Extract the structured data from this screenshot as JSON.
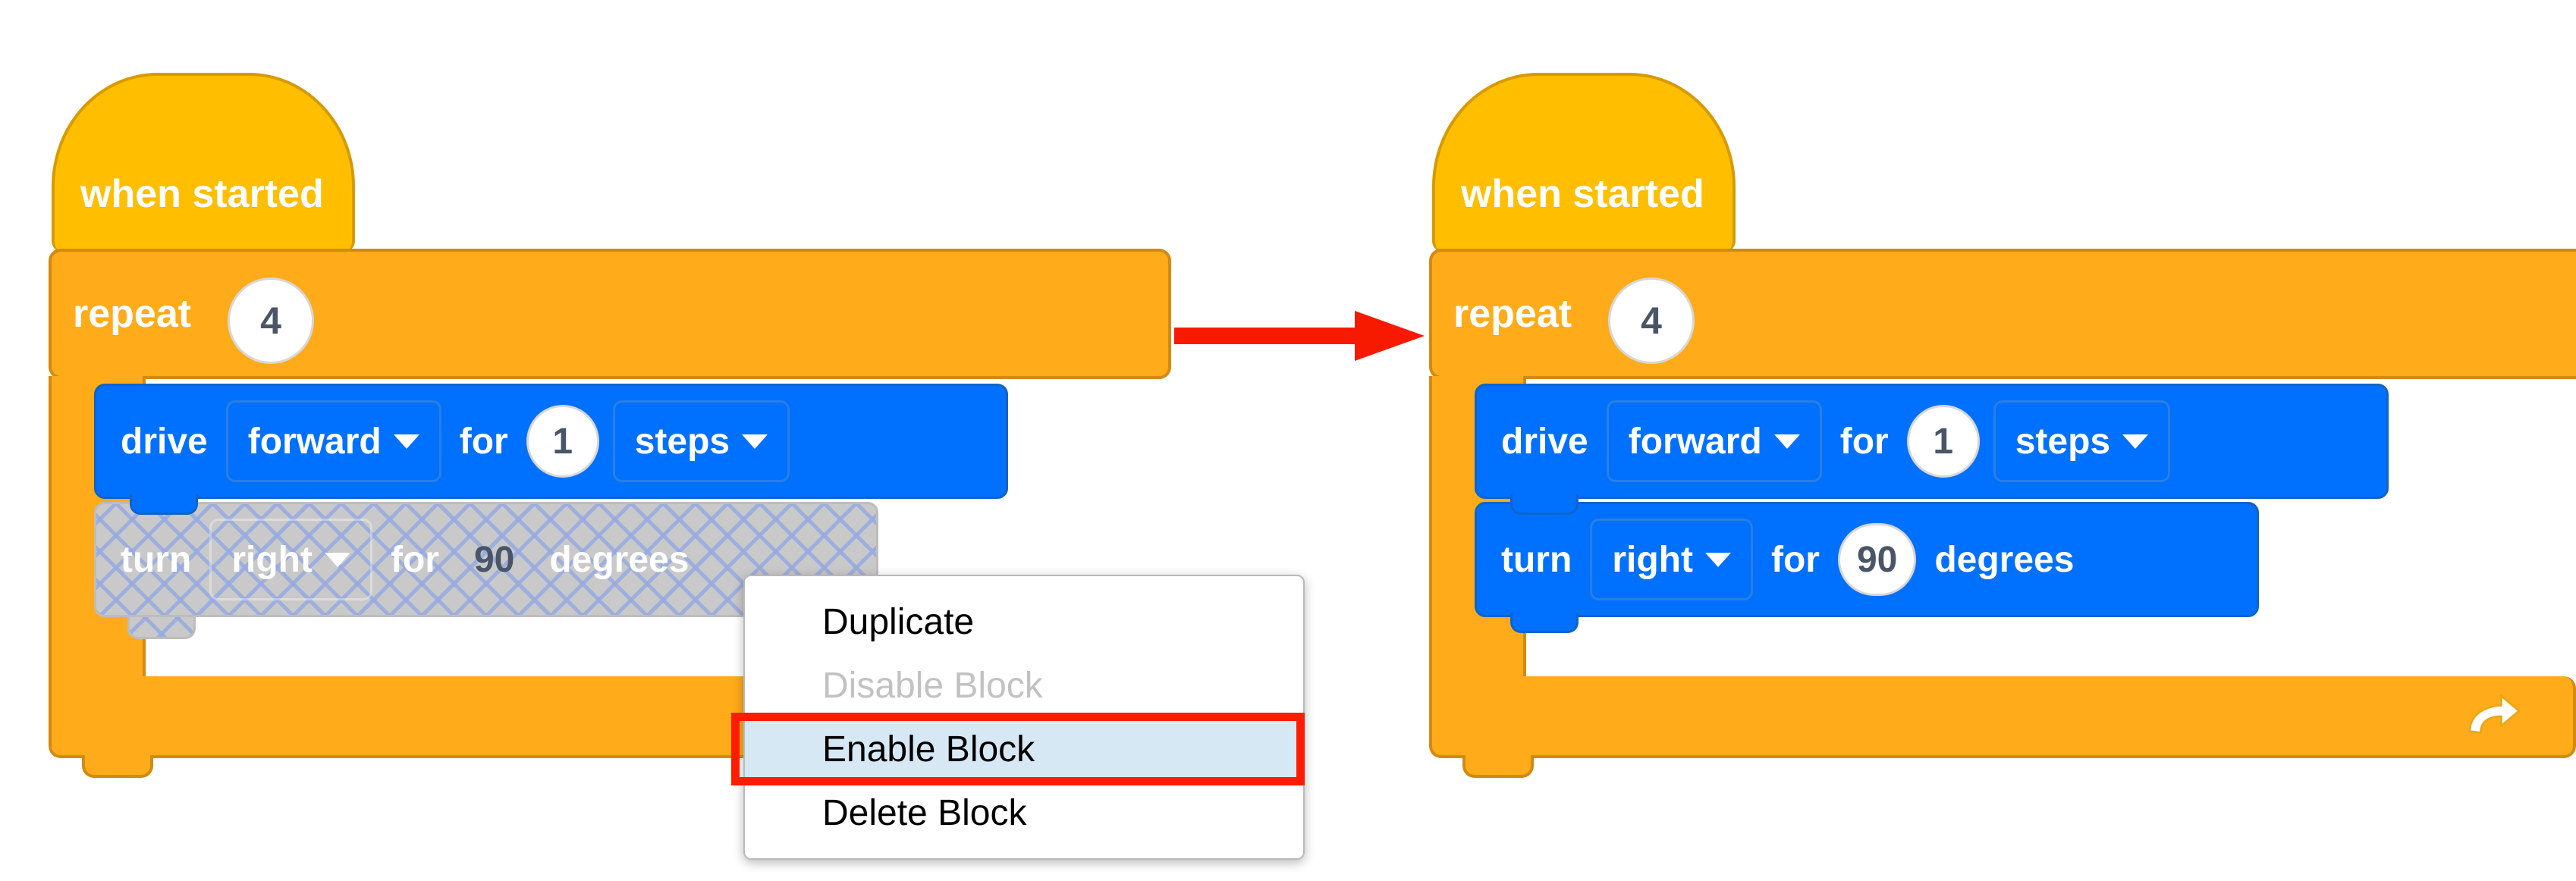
{
  "figure": {
    "type": "block-programming-diagram",
    "description": "Right-click context menu Enable Block re-enables a disabled turn block",
    "colors": {
      "hat_yellow": "#FFBF00",
      "control_orange": "#FFAB1A",
      "motion_blue": "#0070FF",
      "disabled_gray": "#C9C9C9",
      "hatch_blue": "#96AAE1",
      "highlight_red": "#FF1C00",
      "menu_highlight_blue": "#D7E8F5",
      "number_text": "#4A5568"
    }
  },
  "before": {
    "hat_block": {
      "label": "when started"
    },
    "repeat_block": {
      "label": "repeat",
      "count": "4"
    },
    "drive_block": {
      "verb": "drive",
      "direction": "forward",
      "for_label": "for",
      "amount": "1",
      "unit": "steps"
    },
    "turn_block": {
      "verb": "turn",
      "direction": "right",
      "for_label": "for",
      "amount": "90",
      "unit": "degrees",
      "state": "disabled"
    }
  },
  "context_menu": {
    "items": [
      {
        "label": "Duplicate",
        "state": "enabled"
      },
      {
        "label": "Disable Block",
        "state": "greyed"
      },
      {
        "label": "Enable Block",
        "state": "highlighted"
      },
      {
        "label": "Delete Block",
        "state": "enabled"
      }
    ]
  },
  "transition": {
    "icon": "right-arrow-icon"
  },
  "after": {
    "hat_block": {
      "label": "when started"
    },
    "repeat_block": {
      "label": "repeat",
      "count": "4",
      "loop_icon": "loop-arrow-icon"
    },
    "drive_block": {
      "verb": "drive",
      "direction": "forward",
      "for_label": "for",
      "amount": "1",
      "unit": "steps"
    },
    "turn_block": {
      "verb": "turn",
      "direction": "right",
      "for_label": "for",
      "amount": "90",
      "unit": "degrees",
      "state": "enabled"
    }
  }
}
